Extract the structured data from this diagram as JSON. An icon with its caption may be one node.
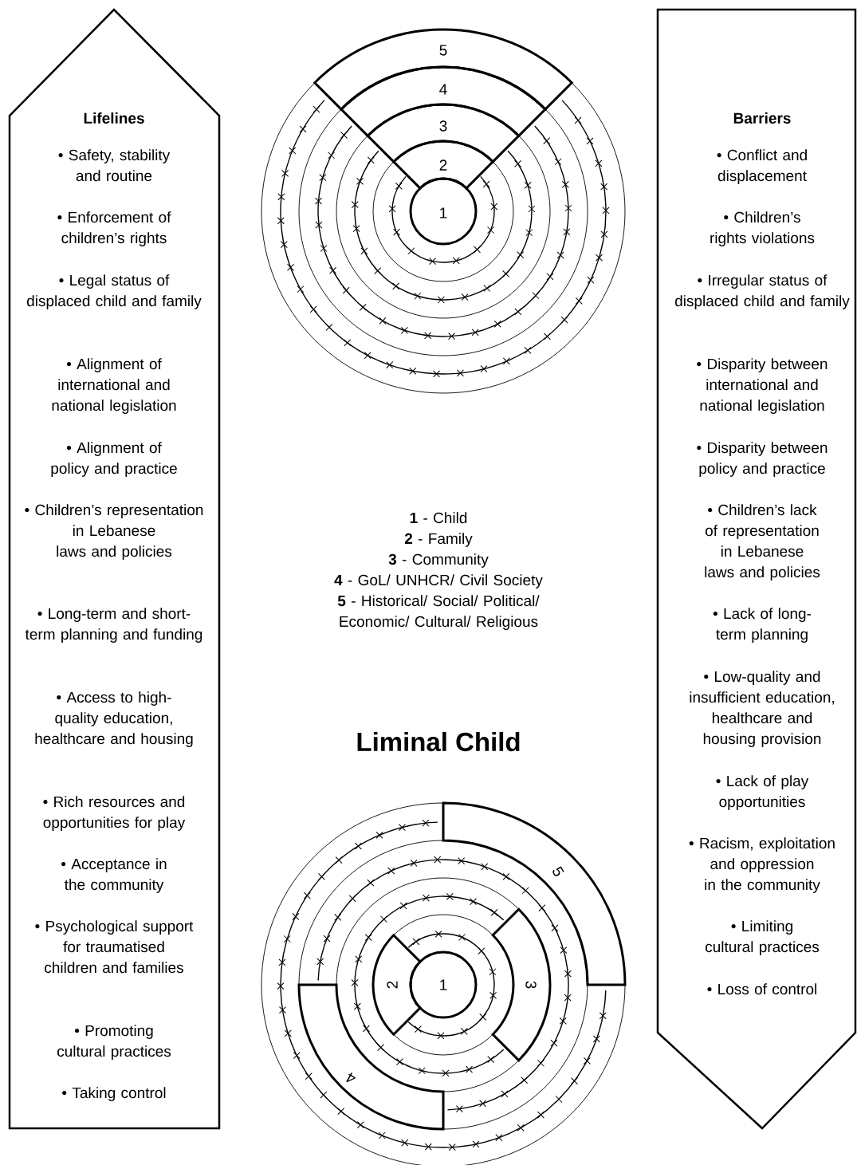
{
  "diagram": {
    "title": "Liminal Child",
    "nodes": [
      {
        "text": [
          "Lifelines",
          "• Safety, stability and routine",
          "• Enforcement of children’s rights",
          "• Legal status of displaced child and family",
          "• Alignment of international and national legislation",
          "• Alignment of policy and practice",
          "• Children’s representation in Lebanese laws and policies",
          "• Long-term and short-term planning and funding",
          "• Access to high-quality education, healthcare and housing",
          "• Rich resources and opportunities for play",
          "• Acceptance in the community",
          "• Psychological support for traumatised children and families",
          "• Promoting cultural practices",
          "• Taking control"
        ]
      },
      {
        "text": [
          "Barriers",
          "• Conflict and displacement",
          "• Children’s rights violations",
          "• Irregular status of displaced child and family",
          "• Disparity between international and national legislation",
          "• Disparity between policy and practice",
          "• Children’s lack of representation in Lebanese laws and policies",
          "• Lack of long-term planning",
          "• Low-quality and insufficient education, healthcare and housing provision",
          "• Lack of play opportunities",
          "• Racism, exploitation and oppression in the community",
          "• Limiting cultural practices",
          "• Loss of control"
        ]
      }
    ],
    "labels": [
      "5",
      "4",
      "3",
      "2",
      "1",
      "**1** - Child",
      "**2** - Family",
      "**3** - Community",
      "**4** - GoL/ UNHCR/ Civil Society",
      "**5** - Historical/ Social/ Political/ Economic/ Cultural/ Religious",
      "5",
      "1",
      "2",
      "3",
      "4"
    ]
  }
}
